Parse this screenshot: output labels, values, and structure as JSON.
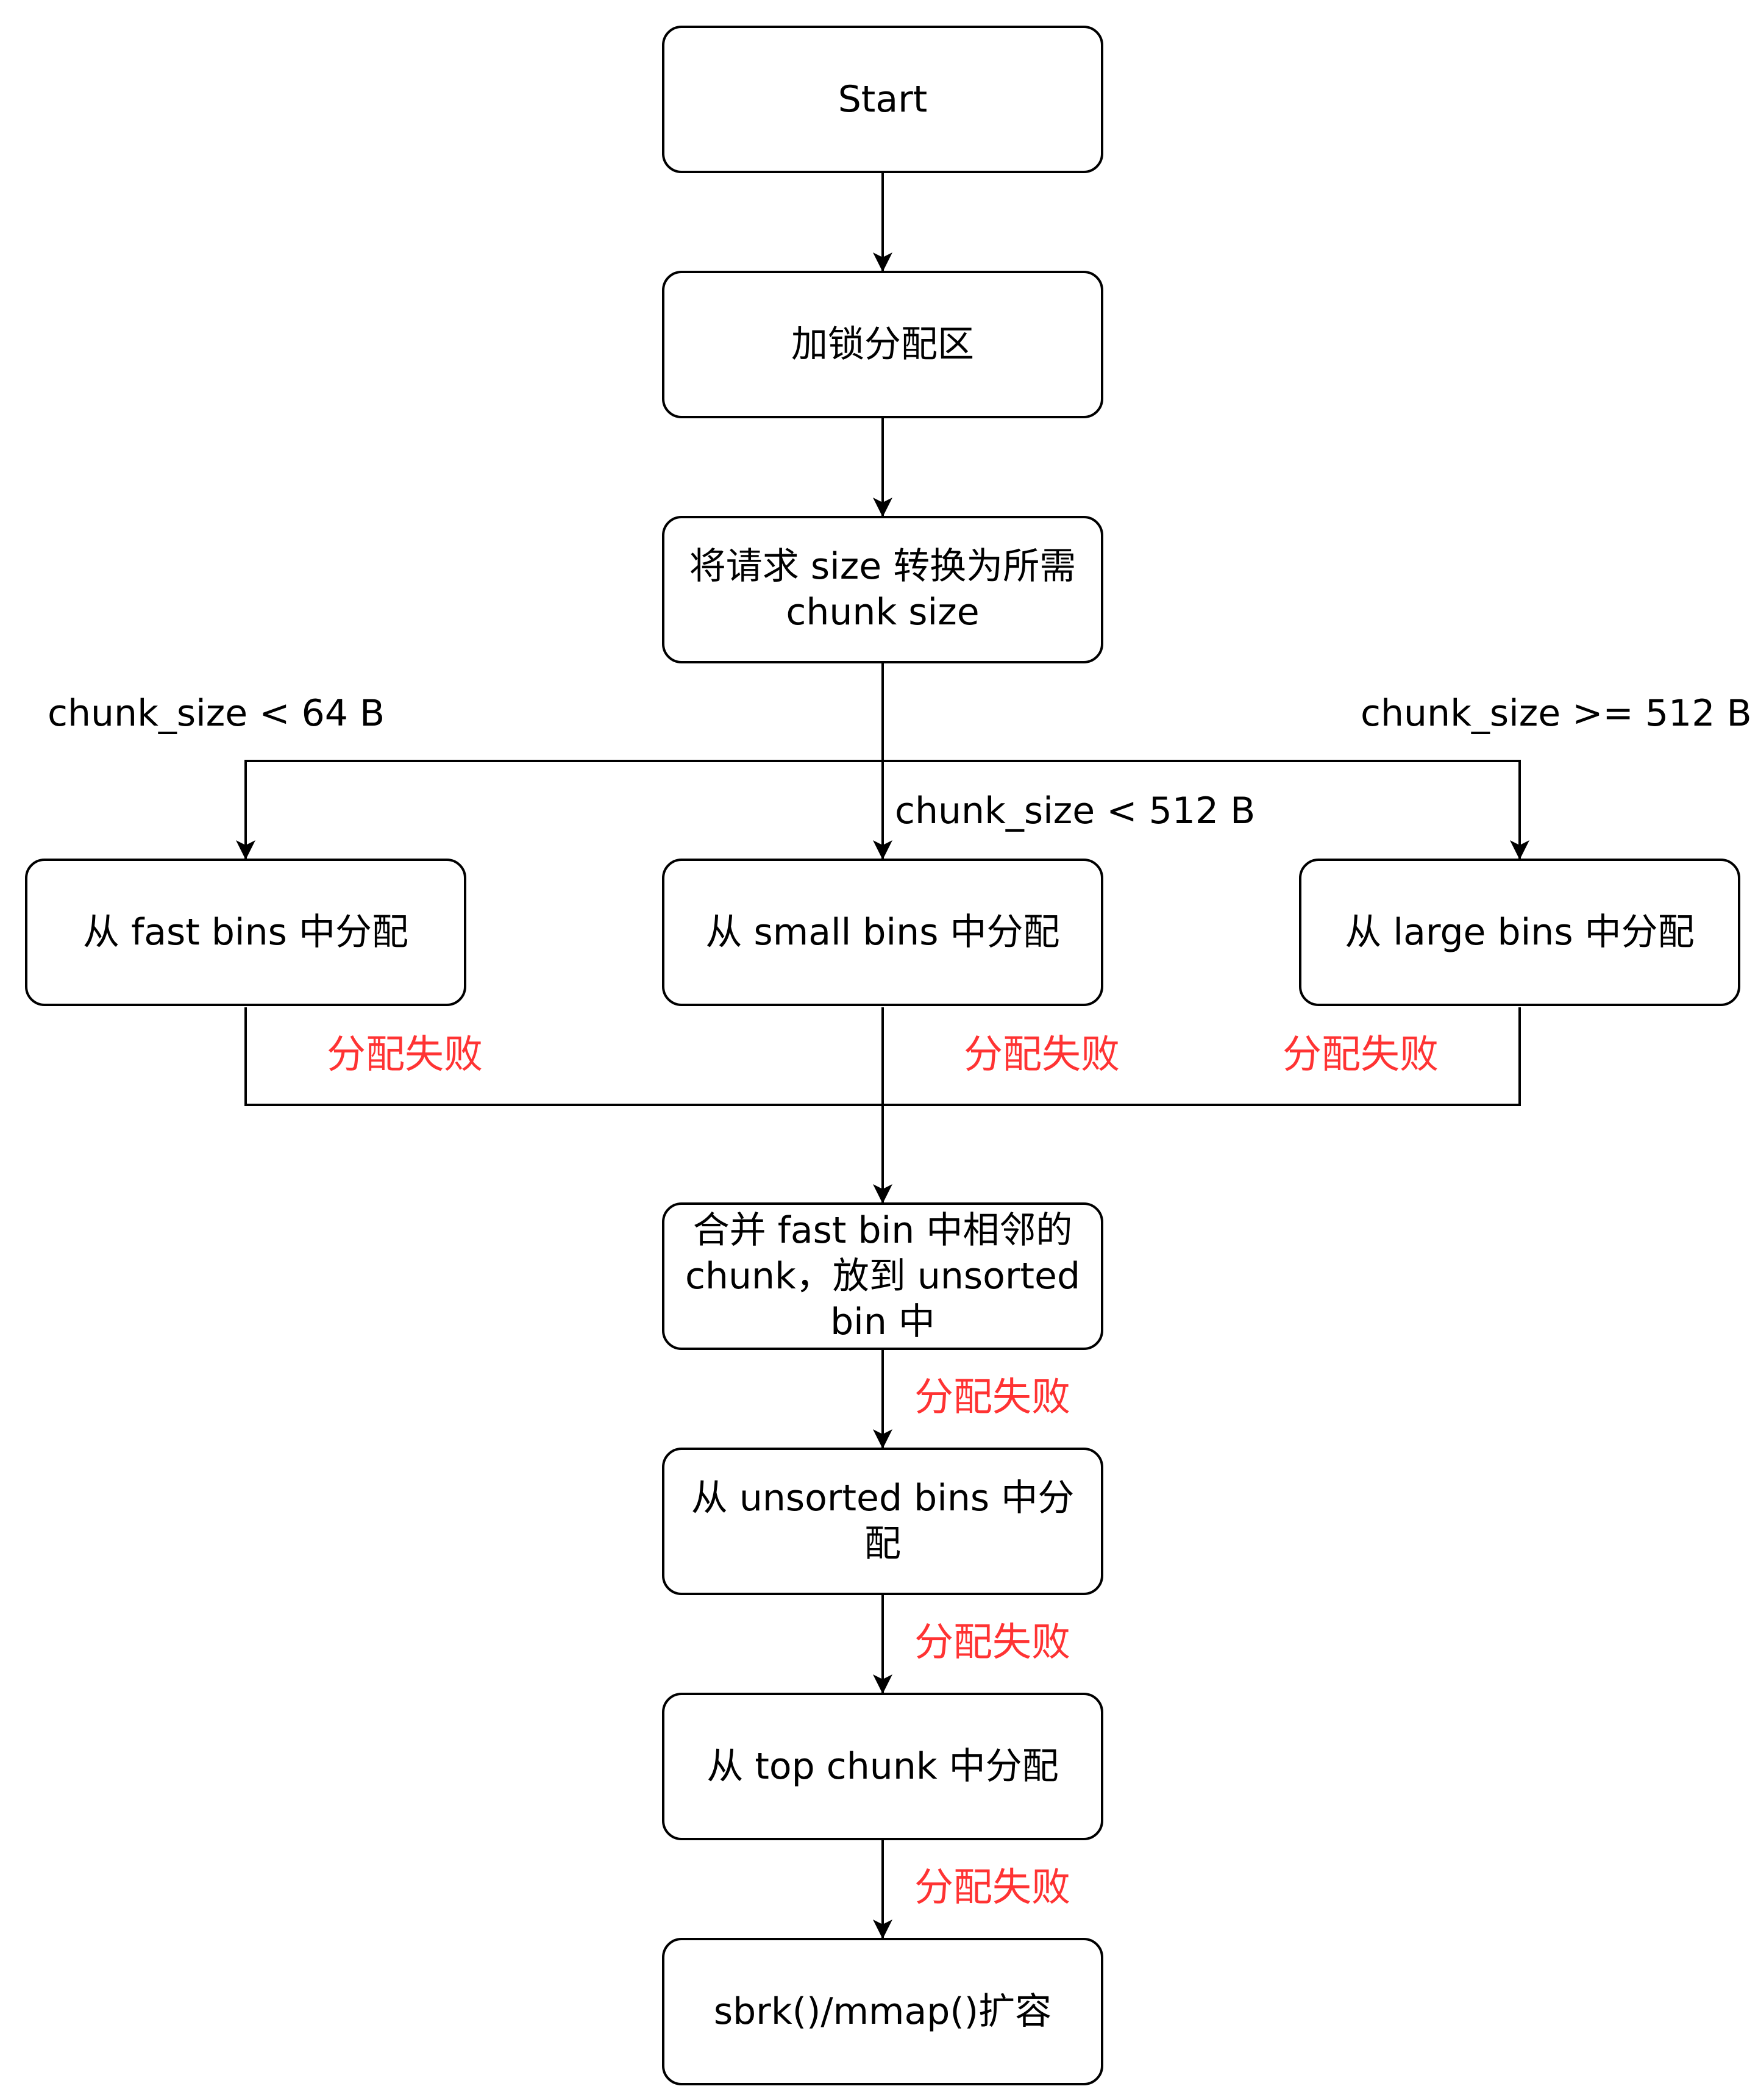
{
  "nodes": {
    "start": "Start",
    "lock_arena": "加锁分配区",
    "convert_size": "将请求 size 转换为所需\nchunk size",
    "fast_bins": "从 fast bins 中分配",
    "small_bins": "从 small bins 中分配",
    "large_bins": "从 large bins 中分配",
    "consolidate": "合并 fast bin 中相邻的\nchunk，放到 unsorted\nbin 中",
    "unsorted_bins": "从 unsorted bins 中分配",
    "top_chunk": "从 top chunk 中分配",
    "expand": "sbrk()/mmap()扩容"
  },
  "conditions": {
    "lt_64": "chunk_size < 64 B",
    "lt_512": "chunk_size < 512 B",
    "ge_512": "chunk_size >= 512 B"
  },
  "failure_label": "分配失败",
  "colors": {
    "failure_text": "#ff3333",
    "line": "#000000"
  }
}
